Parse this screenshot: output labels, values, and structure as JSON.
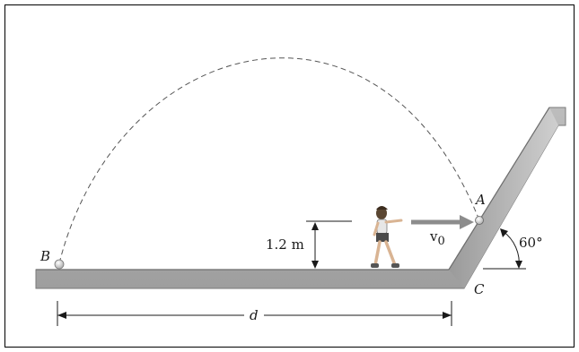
{
  "labels": {
    "point_a": "A",
    "point_b": "B",
    "point_c": "C",
    "height": "1.2 m",
    "angle": "60°",
    "velocity": "v",
    "velocity_subscript": "0",
    "distance": "d"
  },
  "colors": {
    "ground_fill": "#b3b3b3",
    "ground_edge": "#7a7a7a",
    "arrow": "#8c8c8c",
    "line": "#1a1a1a",
    "frame": "#000000"
  }
}
